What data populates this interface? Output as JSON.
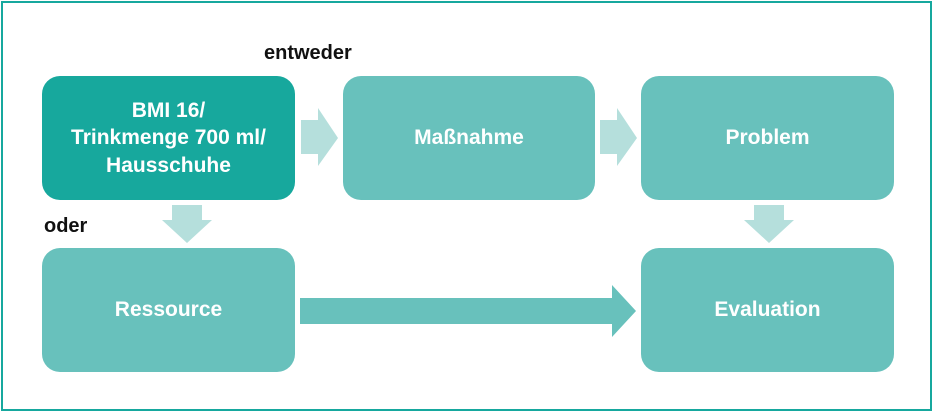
{
  "labels": {
    "either": "entweder",
    "or": "oder"
  },
  "boxes": {
    "start": "BMI 16/\nTrinkmenge 700 ml/\nHausschuhe",
    "measure": "Maßnahme",
    "problem": "Problem",
    "resource": "Ressource",
    "evaluation": "Evaluation"
  },
  "colors": {
    "frame": "#16a89e",
    "primary_box": "#17a89d",
    "secondary_box": "#68c1bc",
    "arrow_light": "#b5dfdc",
    "arrow_medium": "#68c1bc"
  }
}
